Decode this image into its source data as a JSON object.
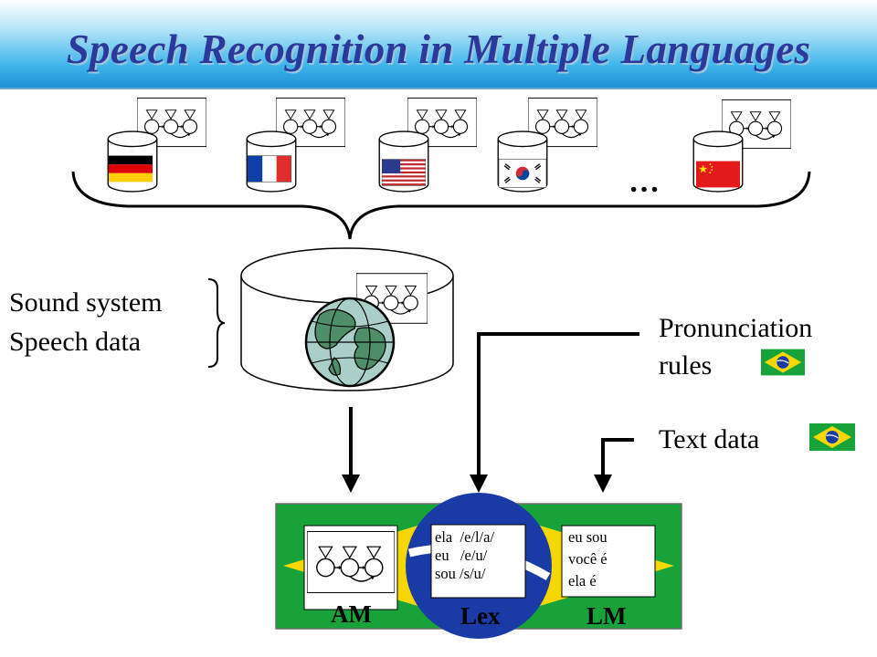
{
  "title": "Speech Recognition in Multiple Languages",
  "ellipsis": "…",
  "left_labels": [
    "Sound system",
    "Speech data"
  ],
  "right_labels": {
    "pronunciation": [
      "Pronunciation",
      "rules"
    ],
    "text_data": "Text data"
  },
  "language_flags": [
    "germany-flag",
    "france-flag",
    "usa-flag",
    "korea-flag",
    "china-flag"
  ],
  "target_flag": "brazil-flag",
  "model_boxes": {
    "am_label": "AM",
    "lex_label": "Lex",
    "lm_label": "LM",
    "lex_lines": [
      "ela  /e/l/a/",
      "eu   /e/u/",
      "sou /s/u/"
    ],
    "lm_lines": [
      "eu sou",
      "você é",
      "ela é"
    ]
  },
  "colors": {
    "title_text": "#2b3a9a",
    "title_bar_bottom": "#1e90d6",
    "flag_green": "#18a33a",
    "flag_yellow": "#f6d800",
    "flag_blue": "#1a3aa6"
  }
}
